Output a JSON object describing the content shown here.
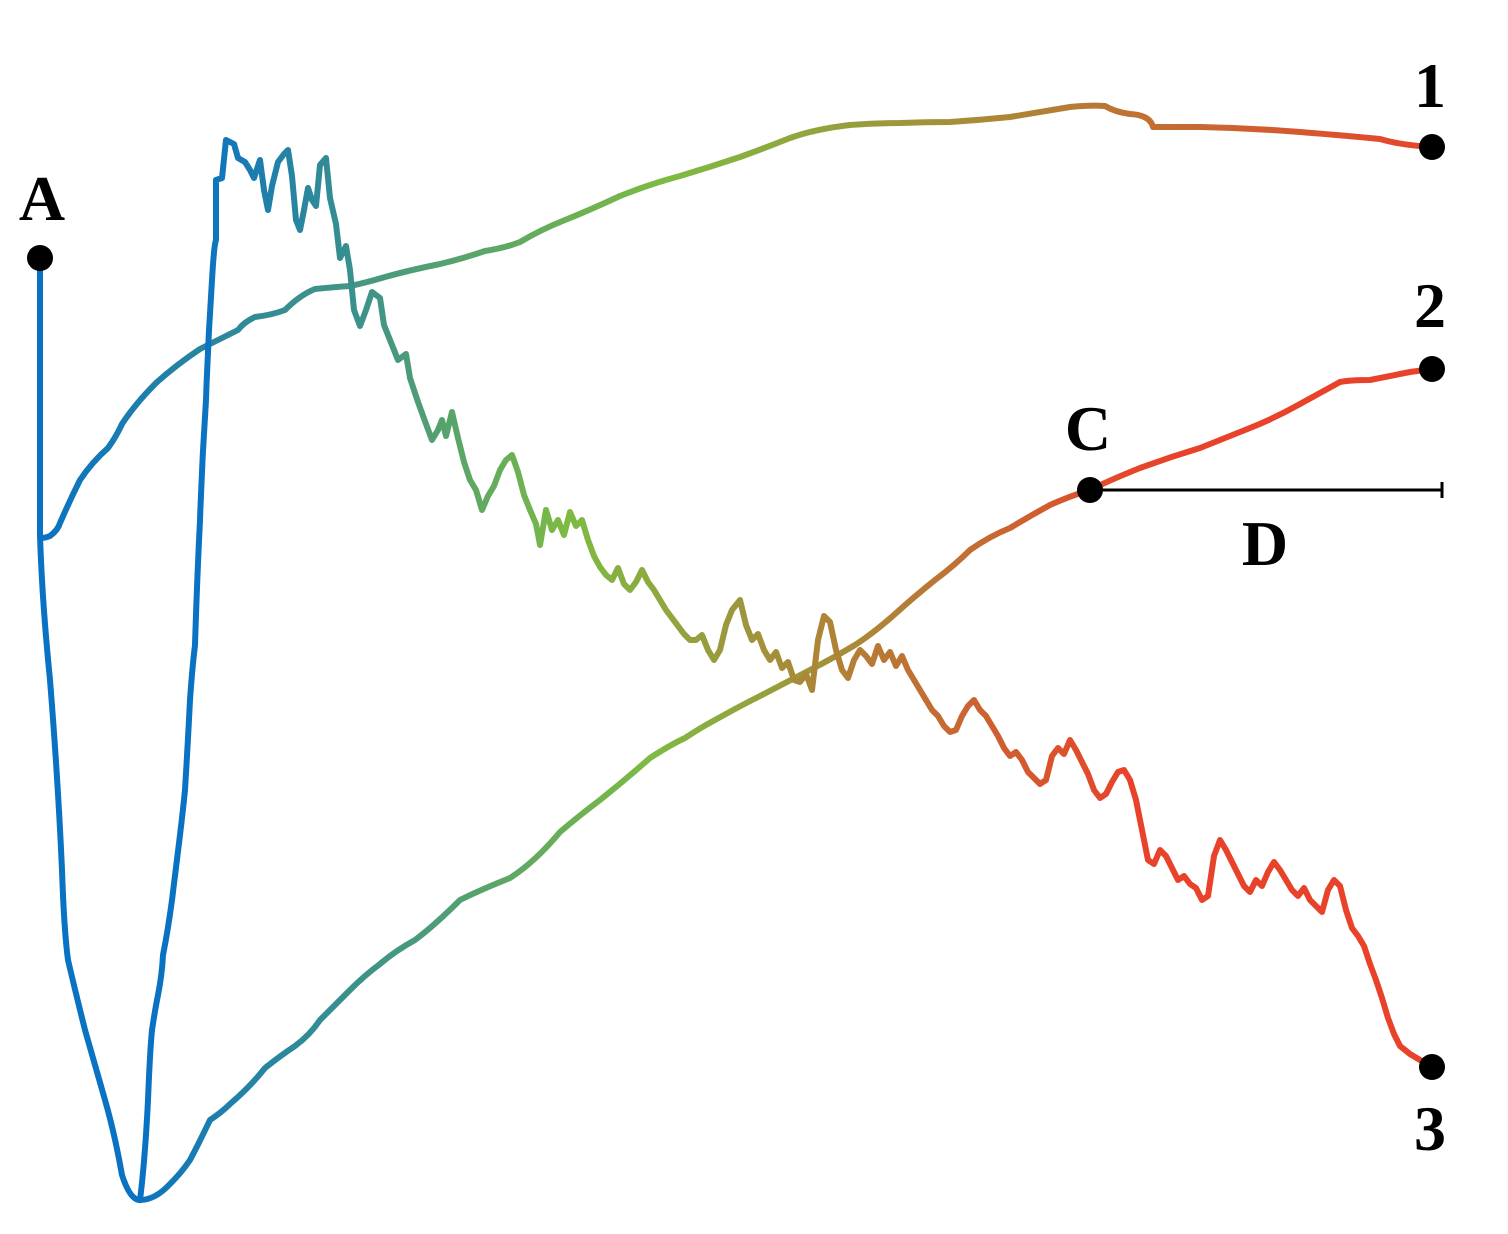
{
  "labels": {
    "start": "A",
    "end1": "1",
    "end2": "2",
    "end3": "3",
    "branch": "C",
    "distance": "D"
  },
  "colors": {
    "start": "#0a72c2",
    "mid": "#7dbb42",
    "end": "#e8432a",
    "marker": "#000000"
  }
}
